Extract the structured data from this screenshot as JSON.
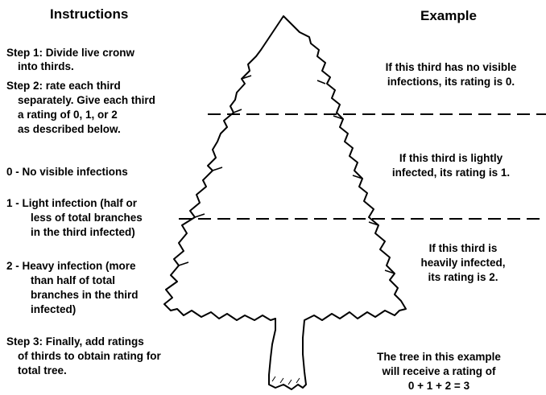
{
  "headings": {
    "instructions": "Instructions",
    "example": "Example"
  },
  "steps": {
    "step1": [
      "Step 1:  Divide live cronw",
      "into thirds."
    ],
    "step2": [
      "Step 2: rate each third",
      "separately.  Give each third",
      "a rating of 0, 1, or 2",
      "as described below."
    ],
    "step3": [
      "Step 3:  Finally, add ratings",
      "of thirds to obtain rating for",
      "total tree."
    ]
  },
  "ratings": {
    "r0": [
      "0 - No visible infections"
    ],
    "r1": [
      "1 - Light infection (half or",
      "less of total branches",
      "in the third infected)"
    ],
    "r2": [
      "2 - Heavy infection (more",
      "than half of total",
      "branches in the third",
      "infected)"
    ]
  },
  "example": {
    "top_third": [
      "If this third has no visible",
      "infections, its rating is 0."
    ],
    "middle_third": [
      "If this third is lightly",
      "infected, its rating is 1."
    ],
    "bottom_third": [
      "If this third is",
      "heavily infected,",
      "its rating is 2."
    ],
    "total": [
      "The tree in this example",
      "will receive a rating of",
      "0 + 1 + 2 = 3"
    ]
  }
}
